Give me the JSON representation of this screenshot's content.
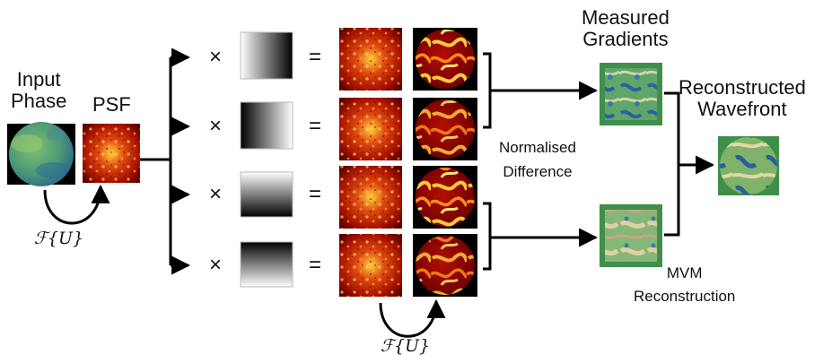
{
  "labels": {
    "input_phase_line1": "Input",
    "input_phase_line2": "Phase",
    "psf": "PSF",
    "fourier_left": "ℱ{U}",
    "fourier_bottom": "ℱ{U}",
    "measured_line1": "Measured",
    "measured_line2": "Gradients",
    "reconstructed_line1": "Reconstructed",
    "reconstructed_line2": "Wavefront",
    "normalised_line1": "Normalised",
    "normalised_line2": "Difference",
    "mvm_line1": "MVM",
    "mvm_line2": "Reconstruction"
  },
  "operators": {
    "times": "×",
    "equals": "="
  },
  "masks": [
    "horizontal-gradient-dark-right",
    "horizontal-gradient-dark-left",
    "vertical-gradient-dark-bottom",
    "vertical-gradient-dark-top"
  ],
  "colors": {
    "psf_dark": "#6b0000",
    "psf_mid": "#d42400",
    "psf_bright": "#ffd23c",
    "phase_green": "#5aa56a",
    "phase_blue": "#2a5fa0",
    "phase_tan": "#d9c79a",
    "line": "#000000"
  }
}
